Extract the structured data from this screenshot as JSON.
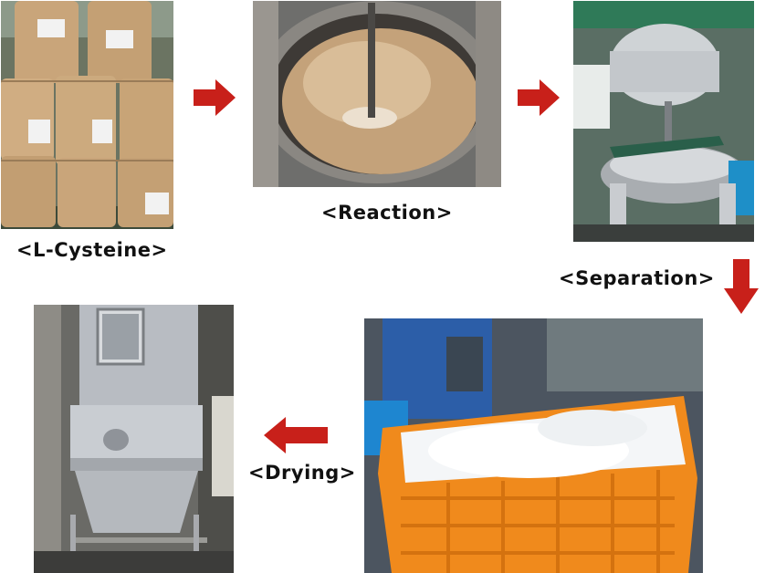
{
  "steps": [
    {
      "label": "<L-Cysteine>"
    },
    {
      "label": "<Reaction>"
    },
    {
      "label": "<Separation>"
    },
    {
      "label": "<Drying>"
    }
  ],
  "colors": {
    "arrow": "#c8201a",
    "drum": "#c9a57a",
    "slurry": "#c4a27a",
    "crate": "#f08a1c",
    "powder": "#f4f6f8",
    "steel": "#b8bcc2"
  }
}
